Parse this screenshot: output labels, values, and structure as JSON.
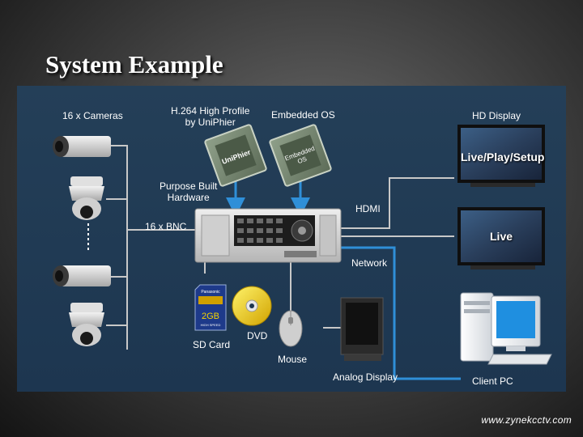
{
  "slide": {
    "title": "System Example",
    "footer_url": "www.zynekcctv.com"
  },
  "diagram": {
    "labels": {
      "cameras": "16 x Cameras",
      "h264": "H.264 High Profile\nby UniPhier",
      "embedded_os": "Embedded OS",
      "purpose_built": "Purpose Built\nHardware",
      "bnc": "16 x BNC",
      "hd_display": "HD Display",
      "hdmi": "HDMI",
      "network": "Network",
      "sd_card": "SD Card",
      "dvd": "DVD",
      "mouse": "Mouse",
      "analog_display": "Analog Display",
      "client_pc": "Client PC"
    },
    "chip_text": {
      "uniphier": "UniPhier",
      "embedded": "Embedded\nOS"
    },
    "sd_text": {
      "brand": "Panasonic",
      "capacity": "2GB",
      "speed": "HIGH SPEED"
    },
    "screen_text": {
      "display1": "Live/Play/Setup",
      "display2": "Live"
    },
    "colors": {
      "panel": "#213b54",
      "connector": "#c8c8c8",
      "arrow": "#2f8fd8",
      "recorder": "#d9d9d9"
    }
  }
}
